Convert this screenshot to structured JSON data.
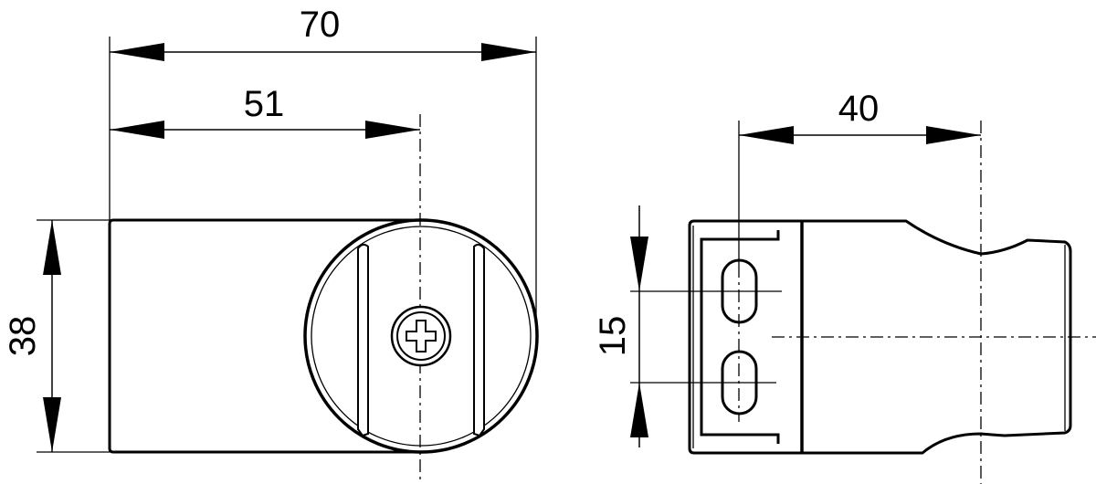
{
  "dimensions": {
    "overall_length": "70",
    "axis_distance": "51",
    "height": "38",
    "slot_spacing": "15",
    "side_axis_distance": "40"
  },
  "colors": {
    "line": "#000000",
    "background": "#ffffff"
  }
}
